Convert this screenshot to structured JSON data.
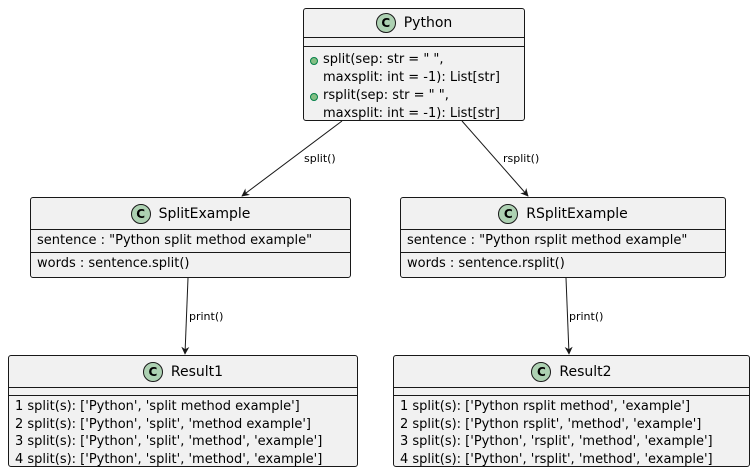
{
  "classes": {
    "python": {
      "stereotype_letter": "C",
      "name": "Python",
      "methods": [
        {
          "line1": "split(sep: str = \" \",",
          "line2": "maxsplit: int = -1): List[str]"
        },
        {
          "line1": "rsplit(sep: str = \" \",",
          "line2": "maxsplit: int = -1): List[str]"
        }
      ]
    },
    "split_example": {
      "stereotype_letter": "C",
      "name": "SplitExample",
      "field1": "sentence : \"Python split method example\"",
      "field2": "words : sentence.split()"
    },
    "rsplit_example": {
      "stereotype_letter": "C",
      "name": "RSplitExample",
      "field1": "sentence : \"Python rsplit method example\"",
      "field2": "words : sentence.rsplit()"
    },
    "result1": {
      "stereotype_letter": "C",
      "name": "Result1",
      "lines": [
        "1 split(s): ['Python', 'split method example']",
        "2 split(s): ['Python', 'split', 'method example']",
        "3 split(s): ['Python', 'split', 'method', 'example']",
        "4 split(s): ['Python', 'split', 'method', 'example']"
      ]
    },
    "result2": {
      "stereotype_letter": "C",
      "name": "Result2",
      "lines": [
        "1 split(s): ['Python rsplit method', 'example']",
        "2 split(s): ['Python rsplit', 'method', 'example']",
        "3 split(s): ['Python', 'rsplit', 'method', 'example']",
        "4 split(s): ['Python', 'rsplit', 'method', 'example']"
      ]
    }
  },
  "edges": {
    "python_to_split": "split()",
    "python_to_rsplit": "rsplit()",
    "split_to_result1": "print()",
    "rsplit_to_result2": "print()"
  },
  "colors": {
    "class_fill": "#f1f1f1",
    "class_border": "#181818",
    "class_circle": "#add1b2",
    "method_dot": "#84be84"
  }
}
